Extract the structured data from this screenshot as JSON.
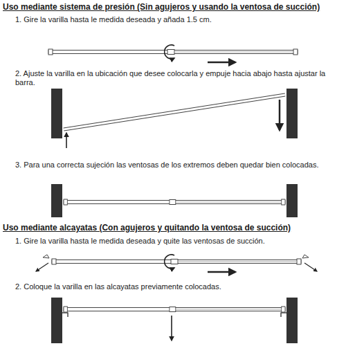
{
  "diagram": {
    "labels": [
      "Uso mediante sistema de presión (Sin agujeros y usando la ventosa de succión)",
      "1. Gire la varilla hasta le medida deseada y añada 1.5 cm.",
      "2. Ajuste la varilla en la ubicación que desee colocarla y empuje hacia abajo hasta ajustar la barra.",
      "3. Para una correcta sujeción las ventosas de los extremos deben quedar bien colocadas.",
      "Uso mediante alcayatas (Con agujeros y quitando la ventosa de succión)",
      "1. Gire la varilla hasta le medida deseada y quite las ventosas de succión.",
      "2. Coloque la varilla en las alcayatas previamente colocadas."
    ]
  }
}
